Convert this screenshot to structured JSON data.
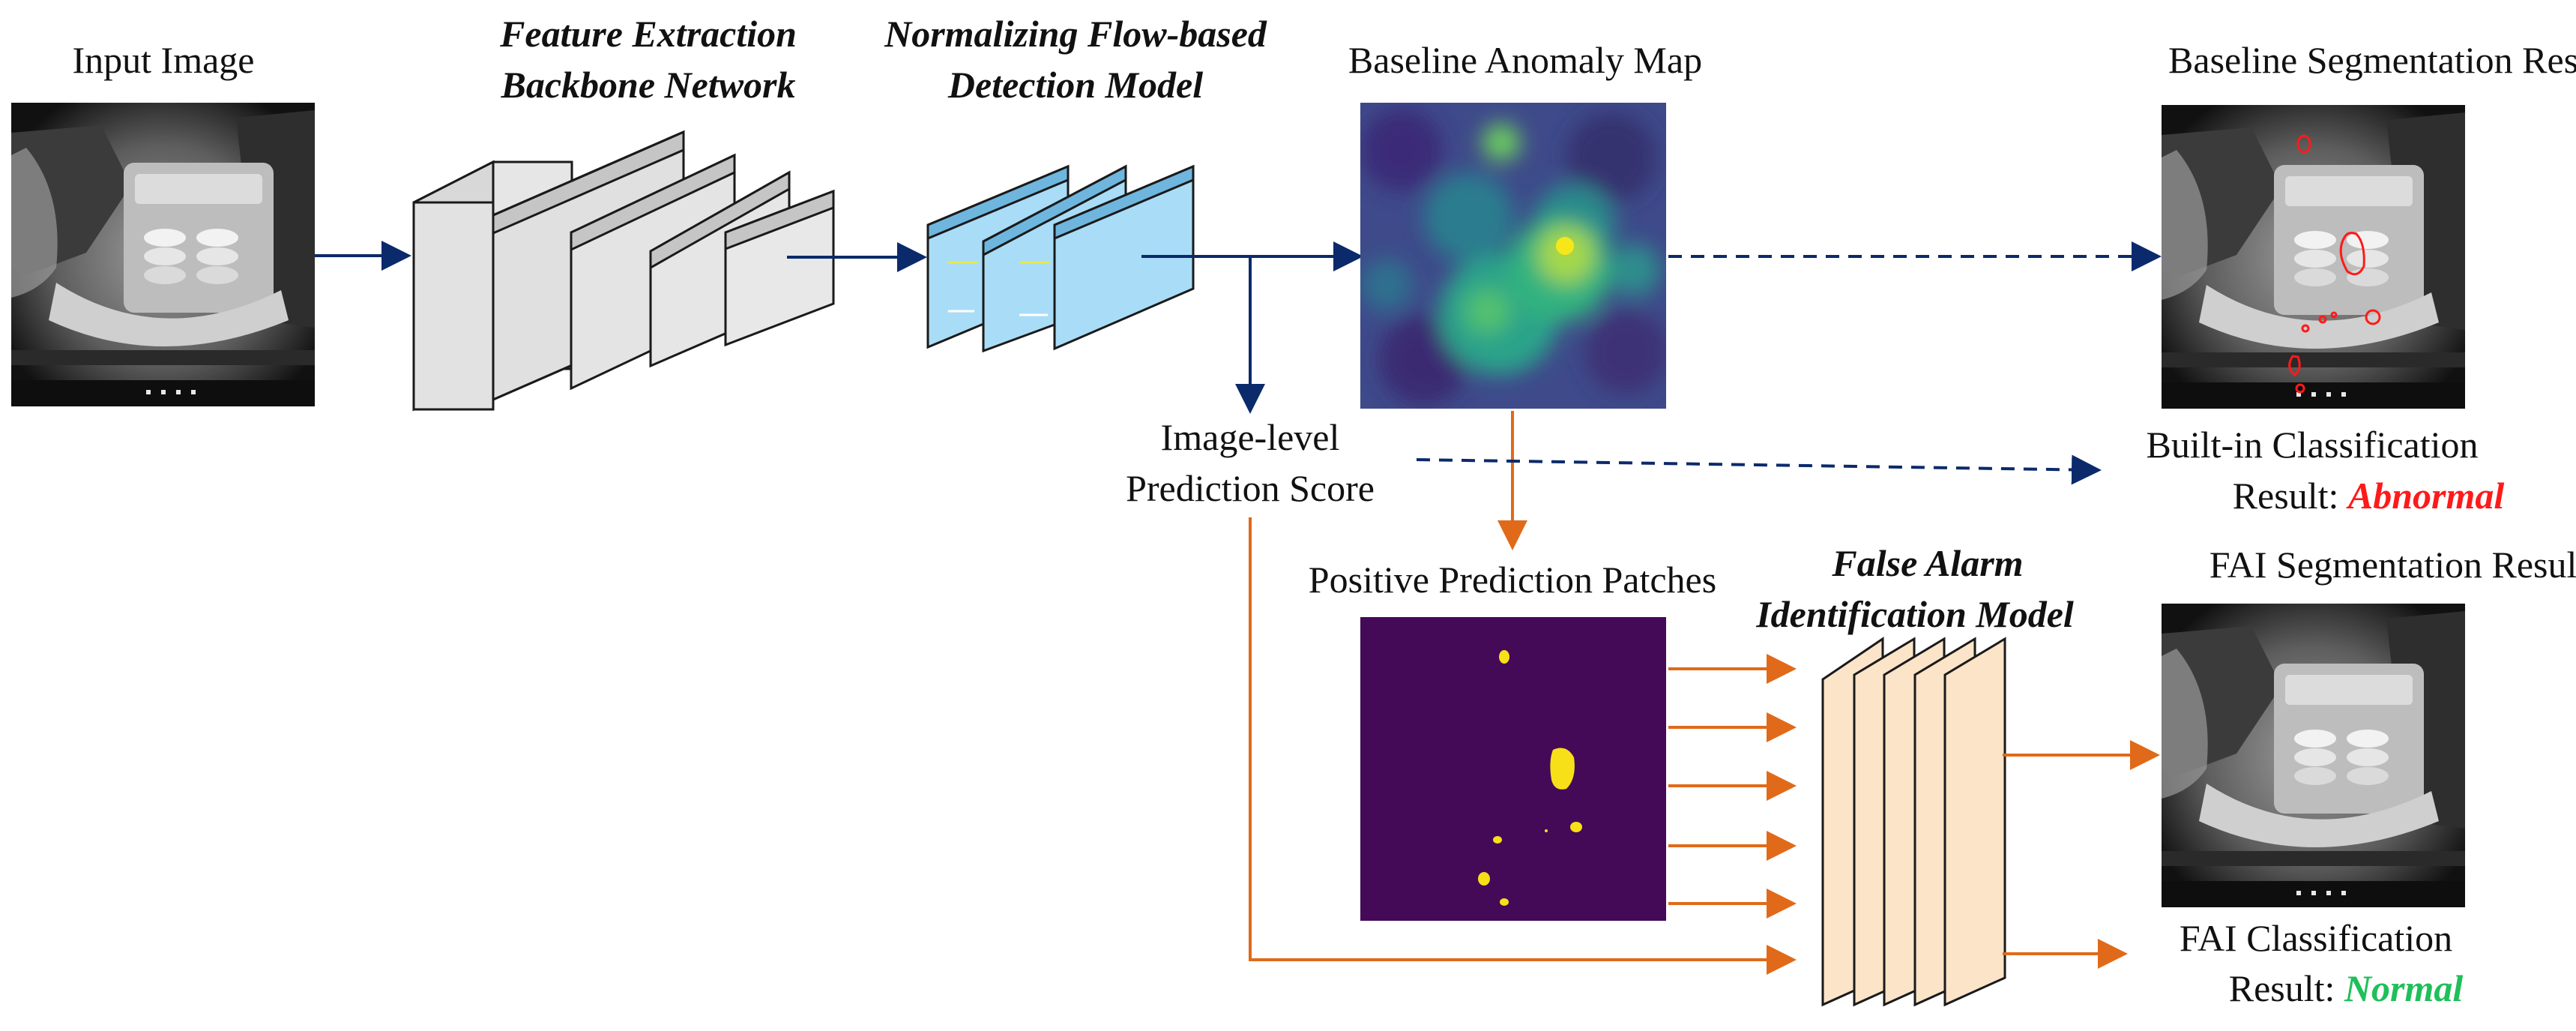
{
  "labels": {
    "input_image": "Input Image",
    "backbone_line1": "Feature Extraction",
    "backbone_line2": "Backbone Network",
    "flow_line1": "Normalizing Flow-based",
    "flow_line2": "Detection Model",
    "baseline_map": "Baseline Anomaly Map",
    "baseline_seg": "Baseline Segmentation Result",
    "score_line1": "Image-level",
    "score_line2": "Prediction Score",
    "builtin_line1": "Built-in Classification",
    "builtin_line2_prefix": "Result: ",
    "builtin_result": "Abnormal",
    "patches": "Positive Prediction Patches",
    "fai_model_line1": "False Alarm",
    "fai_model_line2": "Identification Model",
    "fai_seg": "FAI Segmentation Result",
    "fai_class_line1": "FAI Classification",
    "fai_class_line2_prefix": "Result: ",
    "fai_result": "Normal"
  },
  "colors": {
    "navy_arrow": "#0b2a6b",
    "orange_arrow": "#e06a1a",
    "abnormal": "#ff1a1a",
    "normal": "#1fbf5a",
    "backbone_fill": "#e6e6e6",
    "flow_fill": "#a9dcf7",
    "fai_fill": "#fce4c9",
    "patch_bg": "#440a57",
    "patch_spot": "#f7e018"
  }
}
